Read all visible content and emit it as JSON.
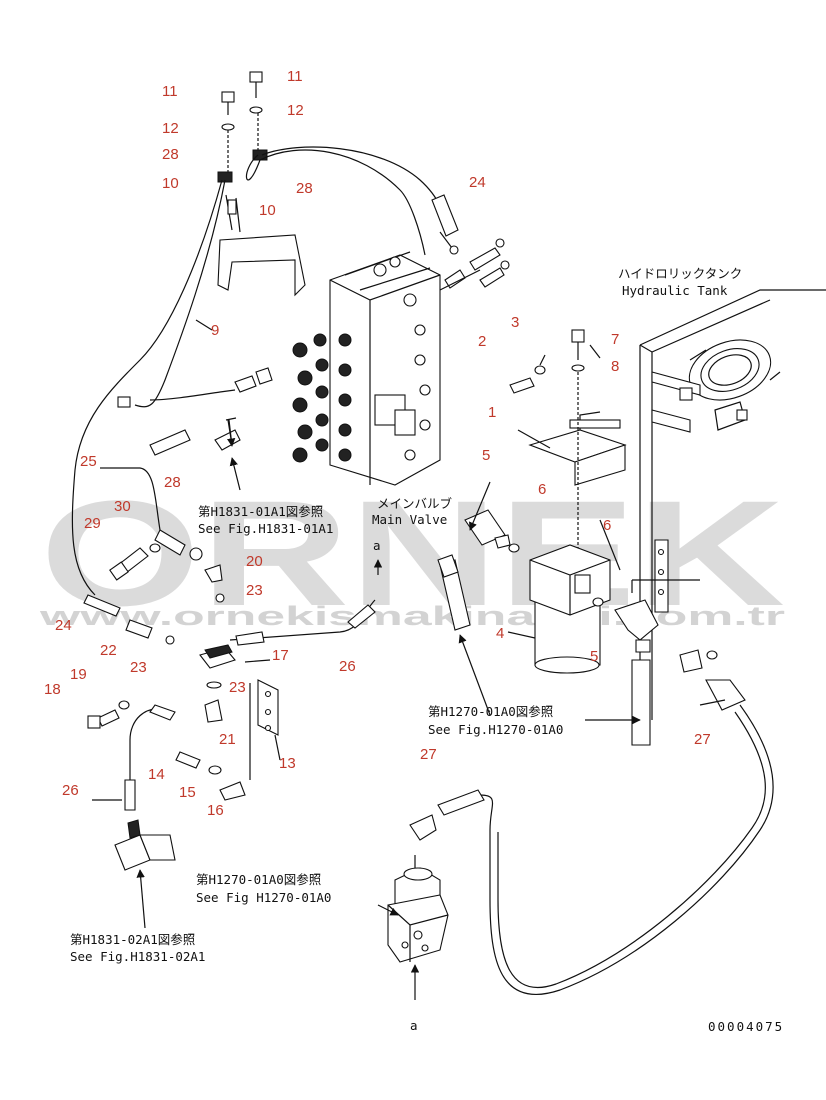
{
  "watermark": {
    "brand": "ORNEK",
    "url": "www.ornekismakinalari.com.tr"
  },
  "notes": {
    "hydraulic_tank_jp": "ハイドロリックタンク",
    "hydraulic_tank_en": "Hydraulic Tank",
    "main_valve_jp": "メインバルブ",
    "main_valve_en": "Main Valve",
    "ref_h1831_01a1_jp": "第H1831-01A1図参照",
    "ref_h1831_01a1_en": "See Fig.H1831-01A1",
    "ref_h1270_01a0_jp_right": "第H1270-01A0図参照",
    "ref_h1270_01a0_en_right": "See Fig.H1270-01A0",
    "ref_h1270_01a0_jp_bottom": "第H1270-01A0図参照",
    "ref_h1270_01a0_en_bottom": "See Fig H1270-01A0",
    "ref_h1831_02a1_jp": "第H1831-02A1図参照",
    "ref_h1831_02a1_en": "See Fig.H1831-02A1",
    "arrow_label_a_top": "a",
    "arrow_label_a_bottom": "a",
    "drawing_number": "00004075"
  },
  "callouts": [
    {
      "id": "c11a",
      "text": "11"
    },
    {
      "id": "c11b",
      "text": "11"
    },
    {
      "id": "c12a",
      "text": "12"
    },
    {
      "id": "c12b",
      "text": "12"
    },
    {
      "id": "c28a",
      "text": "28"
    },
    {
      "id": "c10a",
      "text": "10"
    },
    {
      "id": "c28b",
      "text": "28"
    },
    {
      "id": "c10b",
      "text": "10"
    },
    {
      "id": "c24a",
      "text": "24"
    },
    {
      "id": "c9",
      "text": "9"
    },
    {
      "id": "c3",
      "text": "3"
    },
    {
      "id": "c2",
      "text": "2"
    },
    {
      "id": "c7",
      "text": "7"
    },
    {
      "id": "c8",
      "text": "8"
    },
    {
      "id": "c1",
      "text": "1"
    },
    {
      "id": "c5a",
      "text": "5"
    },
    {
      "id": "c6a",
      "text": "6"
    },
    {
      "id": "c6b",
      "text": "6"
    },
    {
      "id": "c25",
      "text": "25"
    },
    {
      "id": "c28c",
      "text": "28"
    },
    {
      "id": "c30",
      "text": "30"
    },
    {
      "id": "c29",
      "text": "29"
    },
    {
      "id": "c20",
      "text": "20"
    },
    {
      "id": "c23a",
      "text": "23"
    },
    {
      "id": "c24b",
      "text": "24"
    },
    {
      "id": "c22",
      "text": "22"
    },
    {
      "id": "c23b",
      "text": "23"
    },
    {
      "id": "c17",
      "text": "17"
    },
    {
      "id": "c4",
      "text": "4"
    },
    {
      "id": "c5b",
      "text": "5"
    },
    {
      "id": "c26a",
      "text": "26"
    },
    {
      "id": "c23c",
      "text": "23"
    },
    {
      "id": "c19",
      "text": "19"
    },
    {
      "id": "c18",
      "text": "18"
    },
    {
      "id": "c21",
      "text": "21"
    },
    {
      "id": "c13",
      "text": "13"
    },
    {
      "id": "c27a",
      "text": "27"
    },
    {
      "id": "c14",
      "text": "14"
    },
    {
      "id": "c15",
      "text": "15"
    },
    {
      "id": "c16",
      "text": "16"
    },
    {
      "id": "c26b",
      "text": "26"
    },
    {
      "id": "c27b",
      "text": "27"
    }
  ]
}
